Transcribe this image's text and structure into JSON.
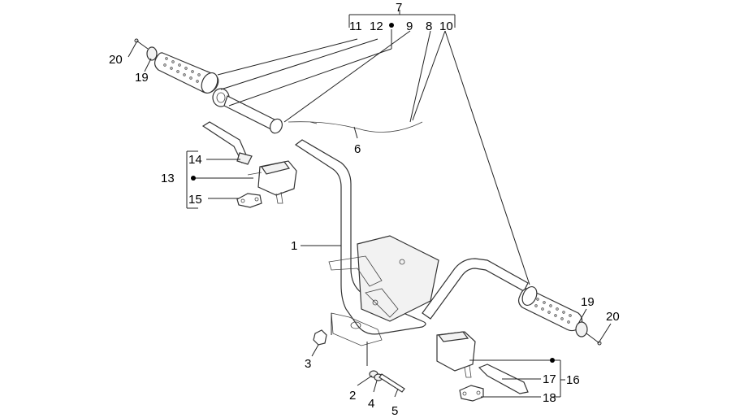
{
  "callouts": {
    "c1": "1",
    "c2": "2",
    "c3": "3",
    "c4": "4",
    "c5": "5",
    "c6": "6",
    "c7": "7",
    "c8": "8",
    "c9": "9",
    "c10": "10",
    "c11": "11",
    "c12": "12",
    "c13": "13",
    "c14": "14",
    "c15": "15",
    "c16": "16",
    "c17": "17",
    "c18": "18",
    "c19a": "19",
    "c19b": "19",
    "c20a": "20",
    "c20b": "20"
  }
}
